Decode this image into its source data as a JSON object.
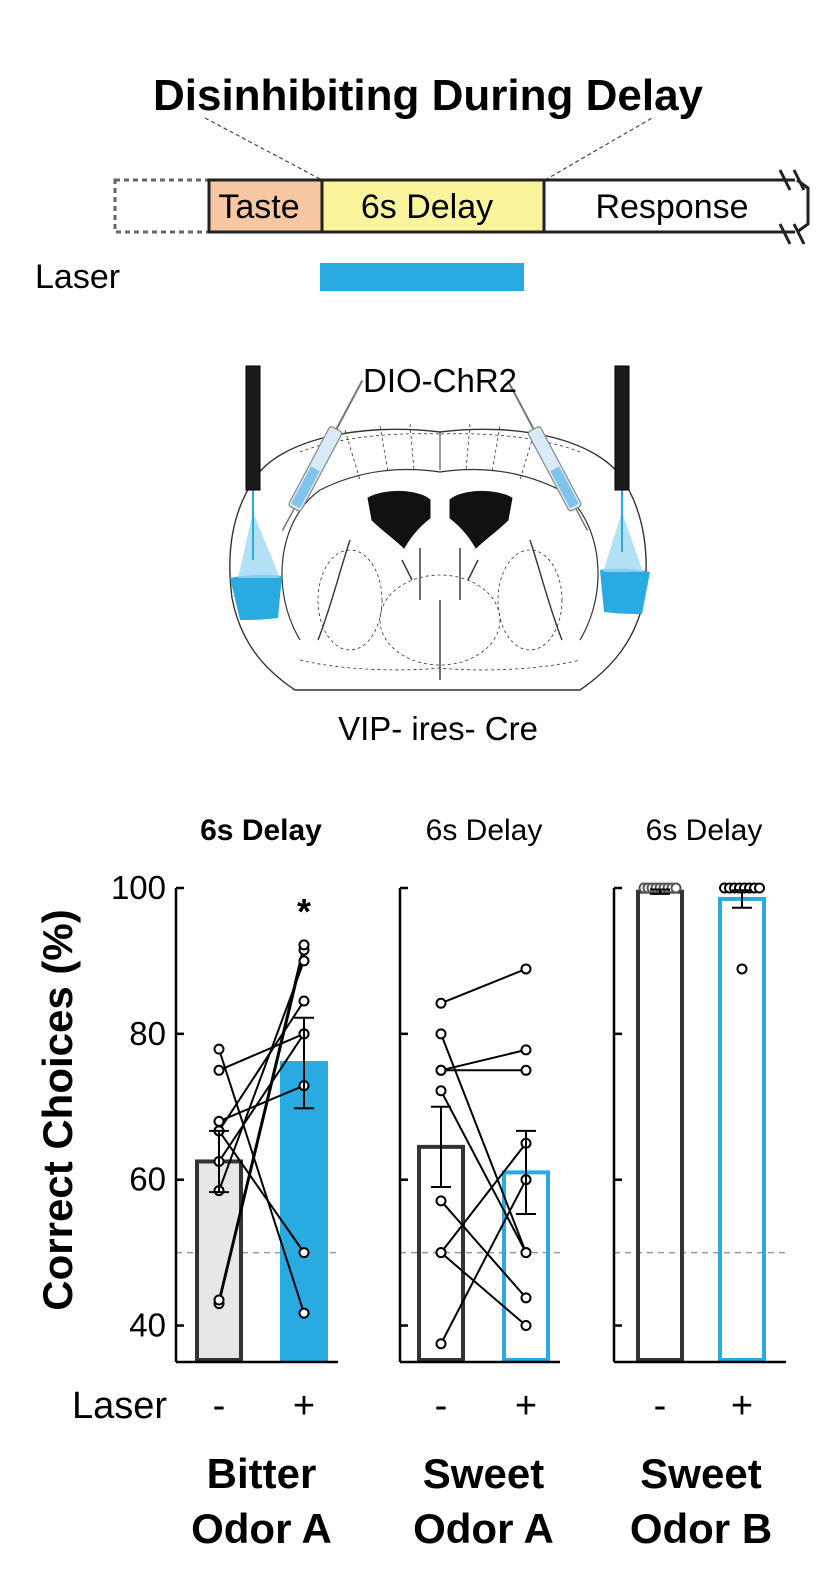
{
  "title": "Disinhibiting During Delay",
  "timeline": {
    "segments": [
      {
        "label": "Taste",
        "color": "#f7c6a3"
      },
      {
        "label": "6s Delay",
        "color": "#faf59c"
      },
      {
        "label": "Response",
        "color": "#ffffff"
      }
    ],
    "laser_label": "Laser",
    "laser_color": "#29abe2"
  },
  "diagram": {
    "virus_label": "DIO-ChR2",
    "mouse_label": "VIP- ires- Cre"
  },
  "colors": {
    "laser_on": "#29abe2",
    "laser_off_fill": "#e6e7e8",
    "dark": "#333333"
  },
  "chart_data": {
    "type": "bar",
    "ylabel": "Correct Choices (%)",
    "ylim": [
      35,
      100
    ],
    "yticks": [
      40,
      60,
      80,
      100
    ],
    "chance_level": 50,
    "condition_row_label": "Laser",
    "panels": [
      {
        "title": "6s Delay",
        "title_bold": true,
        "group_line1": "Bitter",
        "group_line2": "Odor A",
        "categories": [
          "-",
          "+"
        ],
        "means": [
          62.5,
          76
        ],
        "sem": [
          4.2,
          6.2
        ],
        "filled": true,
        "significance": "*",
        "pairs": [
          [
            43,
            91.5
          ],
          [
            43.5,
            92.2
          ],
          [
            58.5,
            90
          ],
          [
            62.5,
            80
          ],
          [
            66.7,
            84.5
          ],
          [
            66.7,
            50
          ],
          [
            68,
            72.9
          ],
          [
            75,
            80
          ],
          [
            77.9,
            41.7
          ]
        ]
      },
      {
        "title": "6s Delay",
        "title_bold": false,
        "group_line1": "Sweet",
        "group_line2": "Odor A",
        "categories": [
          "-",
          "+"
        ],
        "means": [
          64.5,
          61
        ],
        "sem": [
          5.5,
          5.7
        ],
        "filled": false,
        "significance": "",
        "pairs": [
          [
            84.2,
            88.9
          ],
          [
            80,
            50
          ],
          [
            75,
            77.8
          ],
          [
            75,
            75
          ],
          [
            72.2,
            50
          ],
          [
            57.1,
            43.8
          ],
          [
            50,
            65
          ],
          [
            50,
            40
          ],
          [
            37.5,
            60
          ]
        ]
      },
      {
        "title": "6s Delay",
        "title_bold": false,
        "group_line1": "Sweet",
        "group_line2": "Odor B",
        "categories": [
          "-",
          "+"
        ],
        "means": [
          99.5,
          98.5
        ],
        "sem": [
          0.3,
          1.2
        ],
        "filled": false,
        "significance": "",
        "pairs": [],
        "points_off": [
          100,
          100,
          100,
          100,
          100,
          100,
          100,
          100,
          100
        ],
        "points_on": [
          100,
          100,
          100,
          100,
          100,
          100,
          100,
          100,
          88.9
        ]
      }
    ]
  }
}
